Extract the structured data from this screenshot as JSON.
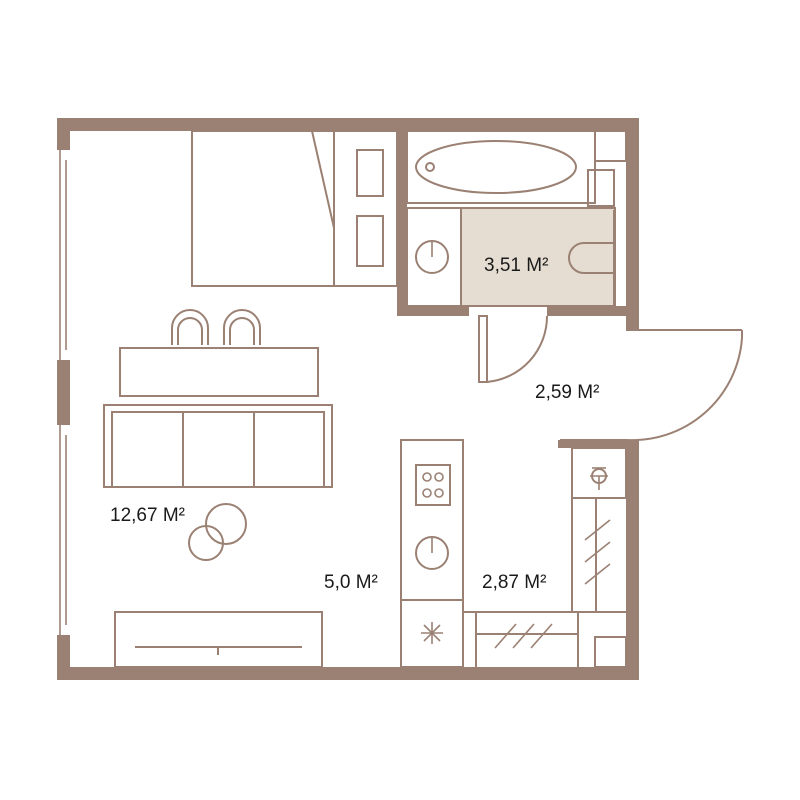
{
  "floor_plan": {
    "colors": {
      "wall": "#9b8173",
      "bathroom_fill": "#e6ddd2",
      "background": "#ffffff",
      "text": "#1a1a1a"
    },
    "rooms": [
      {
        "id": "living-room",
        "area": "12,67 М²"
      },
      {
        "id": "kitchen",
        "area": "5,0 М²"
      },
      {
        "id": "bathroom",
        "area": "3,51 М²"
      },
      {
        "id": "hallway",
        "area": "2,59 М²"
      },
      {
        "id": "wardrobe",
        "area": "2,87 М²"
      }
    ],
    "icons": [
      "bed-icon",
      "wardrobe-icon",
      "bathtub-icon",
      "sink-icon",
      "toilet-icon",
      "door-icon",
      "entrance-door-icon",
      "chairs-icon",
      "desk-icon",
      "sofa-icon",
      "coffee-table-icon",
      "tv-stand-icon",
      "stove-icon",
      "kitchen-sink-icon",
      "fridge-icon",
      "hanger-rail-icon",
      "cleaning-sink-icon",
      "window-icon"
    ]
  }
}
